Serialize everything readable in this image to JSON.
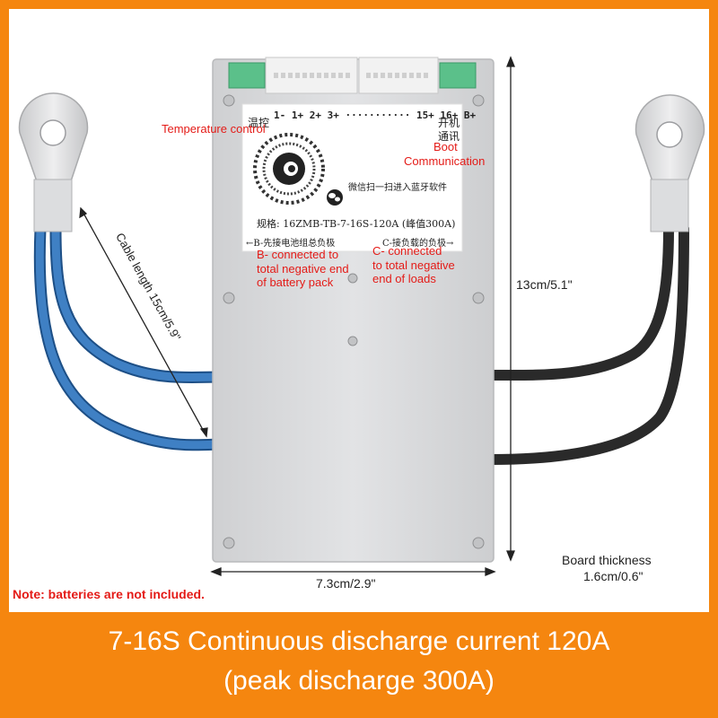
{
  "labels": {
    "temperature_control": "Temperature control",
    "boot": "Boot",
    "communication": "Communication",
    "b_connection": [
      "B- connected to",
      "total negative end",
      "of battery pack"
    ],
    "c_connection": [
      "C- connected",
      "to total negative",
      "end of loads"
    ],
    "cable_length": "Cable length 15cm/5.9\"",
    "height_dim": "13cm/5.1\"",
    "width_dim": "7.3cm/2.9\"",
    "thickness_title": "Board thickness",
    "thickness_value": "1.6cm/0.6\"",
    "note": "Note: batteries are not included."
  },
  "board_label": {
    "temp_cn": "温控",
    "pin_row": "1- 1+ 2+ 3+ ··········· 15+ 16+ B+",
    "boot_cn": "开机",
    "comm_cn": "通讯",
    "scan_cn": "微信扫一扫进入蓝牙软件",
    "spec": "规格: 16ZMB-TB-7-16S-120A (峰值300A)",
    "b_cn": "←B-先接电池组总负极",
    "c_cn": "C-接负载的负极→"
  },
  "caption": {
    "line1": "7-16S Continuous discharge current 120A",
    "line2": "(peak discharge 300A)"
  },
  "colors": {
    "frame": "#f5860f",
    "annotation_red": "#e41b17",
    "cable_blue": "#3f80c4",
    "cable_black": "#2a2a2a",
    "board": "#dadbdd",
    "connector_green": "#5bc08a"
  }
}
